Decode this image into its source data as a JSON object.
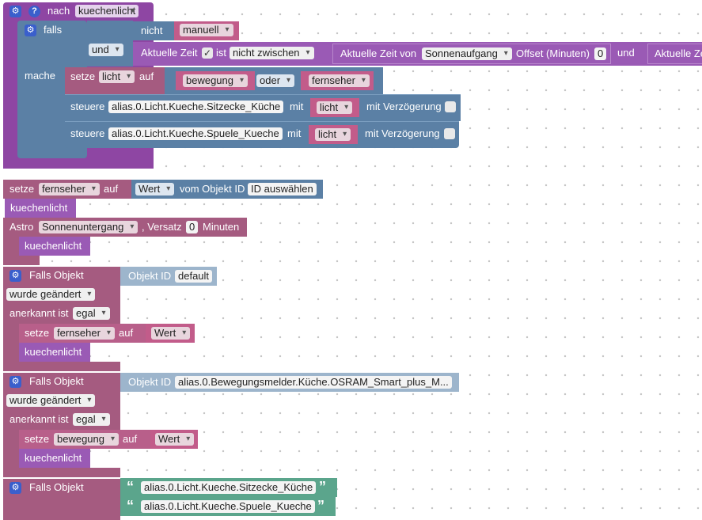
{
  "b1": {
    "nach": "nach",
    "event": "kuechenlicht",
    "falls": "falls",
    "nicht": "nicht",
    "manuell": "manuell",
    "und": "und",
    "akt_zeit": "Aktuelle Zeit",
    "ist": "ist",
    "nicht_zwischen": "nicht zwischen",
    "akt_zeit_von": "Aktuelle Zeit von",
    "sonnenaufgang": "Sonnenaufgang",
    "offset": "Offset (Minuten)",
    "offset_val": "0",
    "und2": "und",
    "akt_z": "Aktuelle Zeit",
    "mache": "mache",
    "setze": "setze",
    "licht": "licht",
    "auf": "auf",
    "bewegung": "bewegung",
    "oder": "oder",
    "fernseher": "fernseher",
    "steuere": "steuere",
    "alias1": "alias.0.Licht.Kueche.Sitzecke_Küche",
    "mit": "mit",
    "licht_val": "licht",
    "verz": "mit Verzögerung",
    "alias2": "alias.0.Licht.Kueche.Spuele_Kueche"
  },
  "b2": {
    "setze": "setze",
    "var": "fernseher",
    "auf": "auf",
    "wert": "Wert",
    "vom": "vom Objekt ID",
    "id_auswahl": "ID auswählen",
    "kuechenlicht": "kuechenlicht"
  },
  "b3": {
    "astro": "Astro",
    "sonnenuntergang": "Sonnenuntergang",
    "versatz": ", Versatz",
    "versatz_val": "0",
    "minuten": "Minuten",
    "kuechenlicht": "kuechenlicht"
  },
  "b4": {
    "falls_objekt": "Falls Objekt",
    "objekt_id": "Objekt ID",
    "default": "default",
    "geaendert": "wurde geändert",
    "anerkannt": "anerkannt ist",
    "egal": "egal",
    "setze": "setze",
    "var": "fernseher",
    "auf": "auf",
    "wert": "Wert",
    "kuechenlicht": "kuechenlicht"
  },
  "b5": {
    "falls_objekt": "Falls Objekt",
    "objekt_id": "Objekt ID",
    "id_val": "alias.0.Bewegungsmelder.Küche.OSRAM_Smart_plus_M...",
    "geaendert": "wurde geändert",
    "anerkannt": "anerkannt ist",
    "egal": "egal",
    "setze": "setze",
    "var": "bewegung",
    "auf": "auf",
    "wert": "Wert",
    "kuechenlicht": "kuechenlicht"
  },
  "b6": {
    "falls_objekt": "Falls Objekt",
    "str1": "alias.0.Licht.Kueche.Sitzecke_Küche",
    "str2": "alias.0.Licht.Kueche.Spuele_Kueche"
  }
}
